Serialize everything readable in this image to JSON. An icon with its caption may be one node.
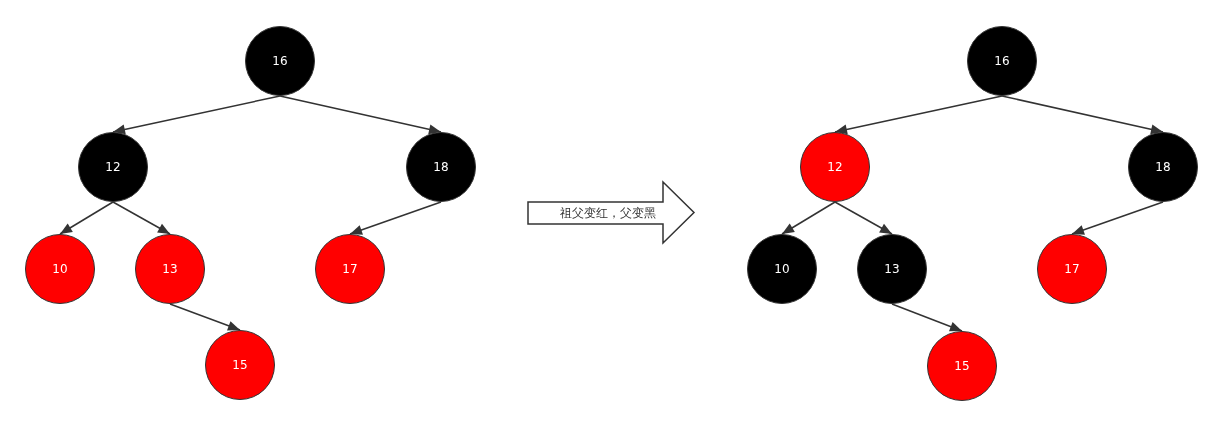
{
  "diagram": {
    "nodes": [
      {
        "text": [
          "16"
        ]
      },
      {
        "text": [
          "12"
        ]
      },
      {
        "text": [
          "18"
        ]
      },
      {
        "text": [
          "10"
        ]
      },
      {
        "text": [
          "13"
        ]
      },
      {
        "text": [
          "17"
        ]
      },
      {
        "text": [
          "15"
        ]
      },
      {
        "text": [
          "祖父变红，父变黑"
        ]
      },
      {
        "text": [
          "16"
        ]
      },
      {
        "text": [
          "12"
        ]
      },
      {
        "text": [
          "18"
        ]
      },
      {
        "text": [
          "10"
        ]
      },
      {
        "text": [
          "13"
        ]
      },
      {
        "text": [
          "17"
        ]
      },
      {
        "text": [
          "15"
        ]
      }
    ],
    "edges": [
      {
        "from": 0,
        "to": 1,
        "arrow": "to"
      },
      {
        "from": 0,
        "to": 2,
        "arrow": "to"
      },
      {
        "from": 1,
        "to": 3,
        "arrow": "to"
      },
      {
        "from": 1,
        "to": 4,
        "arrow": "to"
      },
      {
        "from": 2,
        "to": 5,
        "arrow": "to"
      },
      {
        "from": 4,
        "to": 6,
        "arrow": "to"
      },
      {
        "from": 8,
        "to": 9,
        "arrow": "to"
      },
      {
        "from": 8,
        "to": 10,
        "arrow": "to"
      },
      {
        "from": 9,
        "to": 11,
        "arrow": "to"
      },
      {
        "from": 9,
        "to": 12,
        "arrow": "to"
      },
      {
        "from": 10,
        "to": 13,
        "arrow": "to"
      },
      {
        "from": 12,
        "to": 14,
        "arrow": "to"
      }
    ]
  }
}
